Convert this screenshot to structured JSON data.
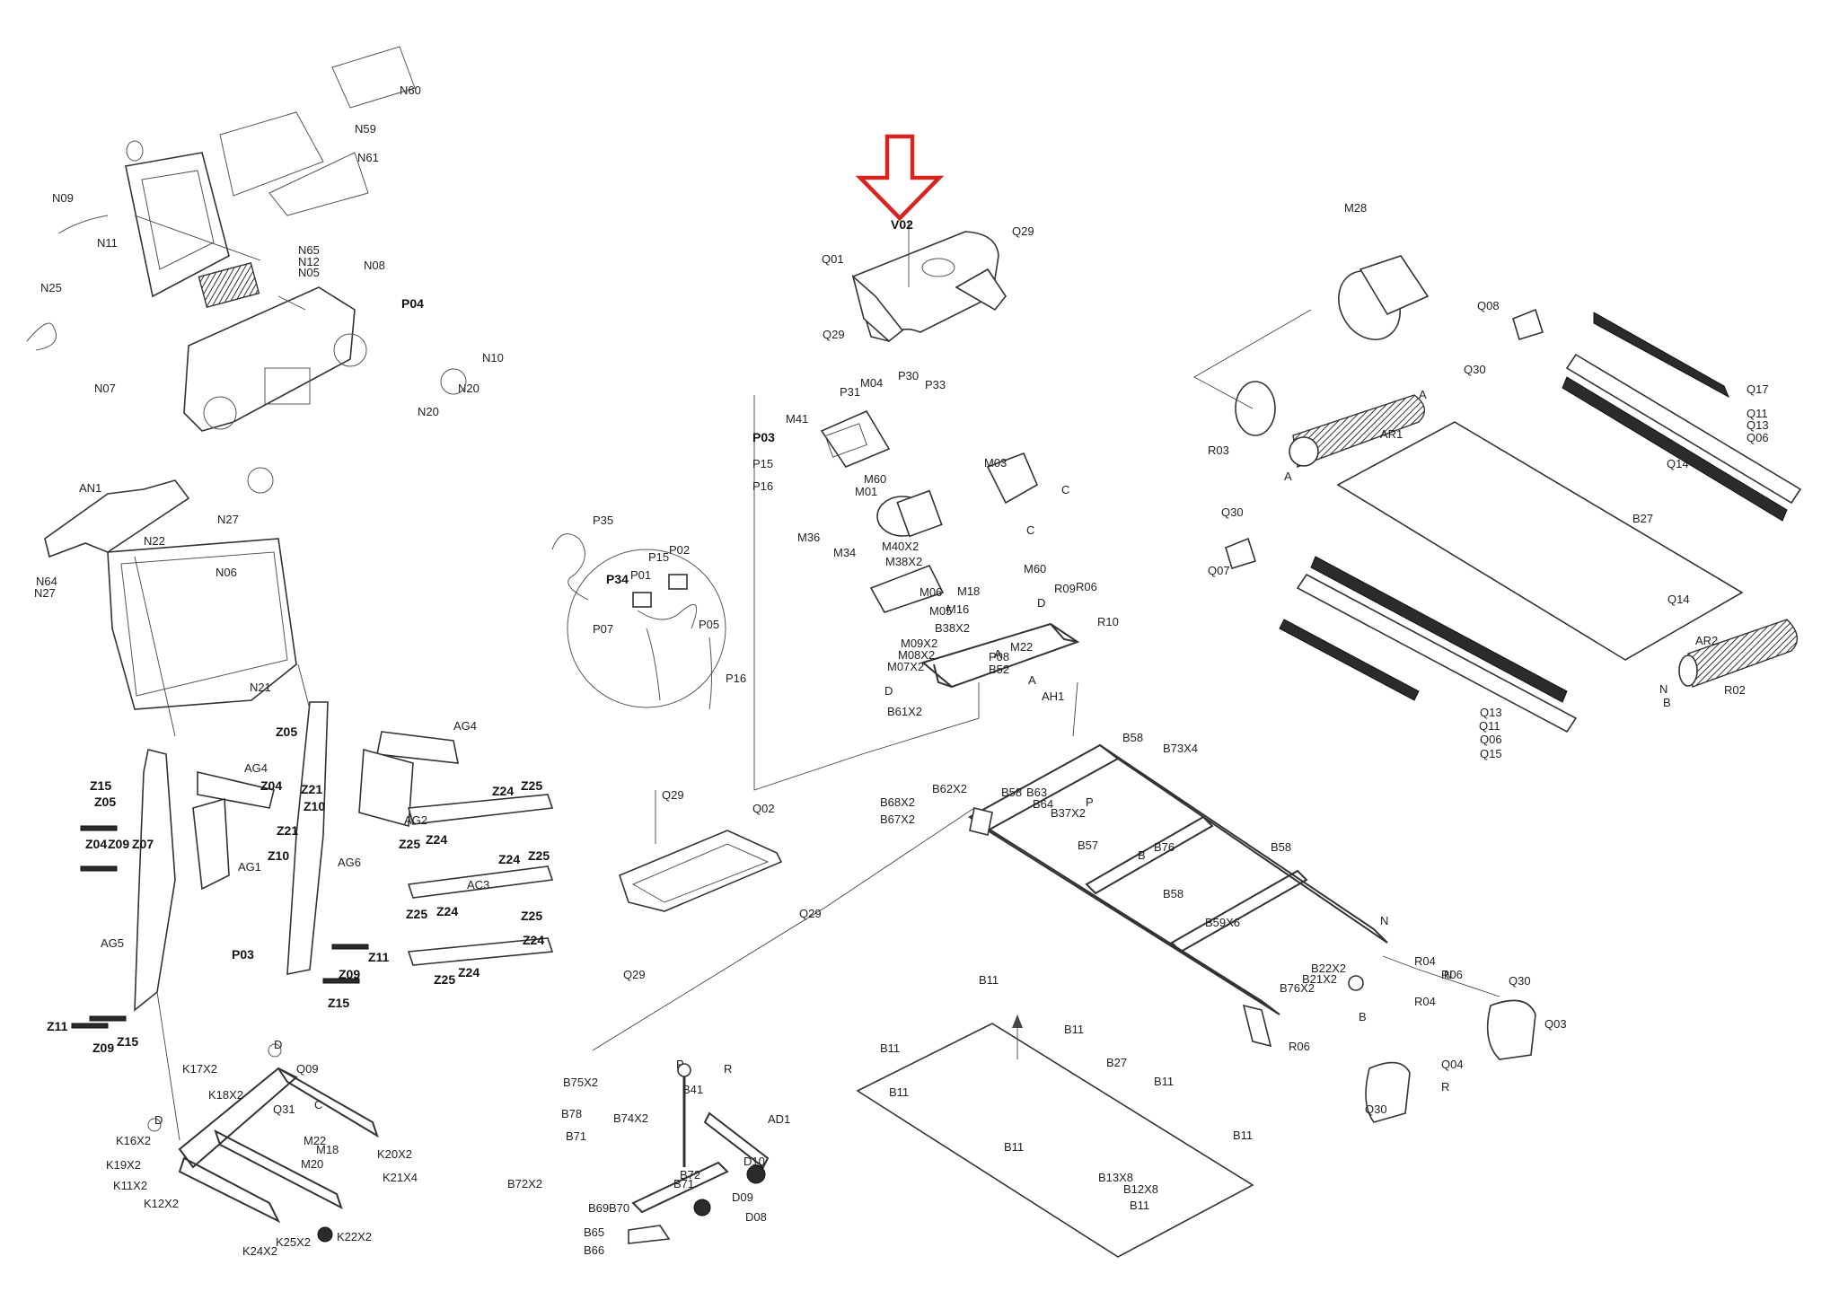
{
  "highlight": {
    "arrow_color": "#d9231f",
    "target_label": "V02"
  },
  "callouts": {
    "console": [
      "N60",
      "N59",
      "N61",
      "N09",
      "N11",
      "N65",
      "N12",
      "N05",
      "N08",
      "N25",
      "P04",
      "N10",
      "N20",
      "N20",
      "N07",
      "AN1",
      "N22",
      "N27",
      "N06",
      "N64",
      "N27",
      "N21"
    ],
    "uprights": [
      "AG4",
      "Z05",
      "Z15",
      "Z05",
      "AG4",
      "Z04",
      "Z21",
      "Z10",
      "AG2",
      "Z04",
      "Z09",
      "Z07",
      "AG1",
      "Z21",
      "Z10",
      "AG6",
      "AG5",
      "P03",
      "Z11",
      "Z09",
      "Z15",
      "Z11",
      "Z09",
      "Z15",
      "Z24",
      "Z25",
      "Z25",
      "Z24",
      "AC3",
      "Z24",
      "Z25",
      "Z25",
      "Z24",
      "Z25",
      "Z24",
      "Z25",
      "Z24"
    ],
    "base": [
      "D",
      "Q09",
      "K17X2",
      "K18X2",
      "Q31",
      "C",
      "M22",
      "M18",
      "M20",
      "D",
      "K16X2",
      "K19X2",
      "K11X2",
      "K12X2",
      "K20X2",
      "K21X4",
      "K24X2",
      "K25X2",
      "K22X2"
    ],
    "motor_cover": [
      "Q29",
      "Q01",
      "Q29"
    ],
    "electronics": [
      "P31",
      "M04",
      "P30",
      "P33",
      "M41",
      "P03",
      "P15",
      "P16",
      "M60",
      "M01",
      "M03",
      "C",
      "C",
      "M36",
      "M34",
      "M40X2",
      "M38X2",
      "M06",
      "M05",
      "M09X2",
      "M08X2",
      "M07X2",
      "M18",
      "M16",
      "M60",
      "D",
      "B38X2",
      "P08",
      "B52",
      "R09",
      "R06",
      "R10",
      "M22",
      "AH1",
      "D",
      "B61X2",
      "A",
      "A"
    ],
    "wiring_detail": [
      "P35",
      "P15",
      "P02",
      "P34",
      "P01",
      "P07",
      "P05",
      "P16"
    ],
    "tray": [
      "Q29",
      "Q02",
      "Q29",
      "Q29"
    ],
    "deck_frame": [
      "B58",
      "B73X4",
      "B62X2",
      "B68X2",
      "B67X2",
      "B58",
      "B63",
      "B64",
      "B37X2",
      "B57",
      "B76",
      "B58",
      "B58",
      "B59X6",
      "B22X2",
      "B21X2",
      "B76X2",
      "R06",
      "R04",
      "R06",
      "R04",
      "Q04",
      "Q30",
      "Q03",
      "Q30",
      "R",
      "P",
      "B",
      "N",
      "N",
      "B"
    ],
    "incline": [
      "P",
      "R",
      "B75X2",
      "B41",
      "AD1",
      "B78",
      "B74X2",
      "B71",
      "D10",
      "B72X2",
      "B72",
      "B71",
      "D09",
      "B69",
      "B70",
      "D08",
      "B65",
      "B66"
    ],
    "deck_board_lower": [
      "B11",
      "B11",
      "B11",
      "B27",
      "B11",
      "B11",
      "B11",
      "B11",
      "B13X8",
      "B12X8",
      "B11"
    ],
    "drive_and_belt": [
      "M28",
      "R03",
      "AR1",
      "A",
      "A",
      "B27",
      "AR2",
      "R02",
      "B",
      "N",
      "Q30",
      "Q08",
      "Q17",
      "Q11",
      "Q13",
      "Q06",
      "Q14",
      "Q30",
      "Q07",
      "Q14",
      "Q13",
      "Q11",
      "Q06",
      "Q15"
    ]
  }
}
